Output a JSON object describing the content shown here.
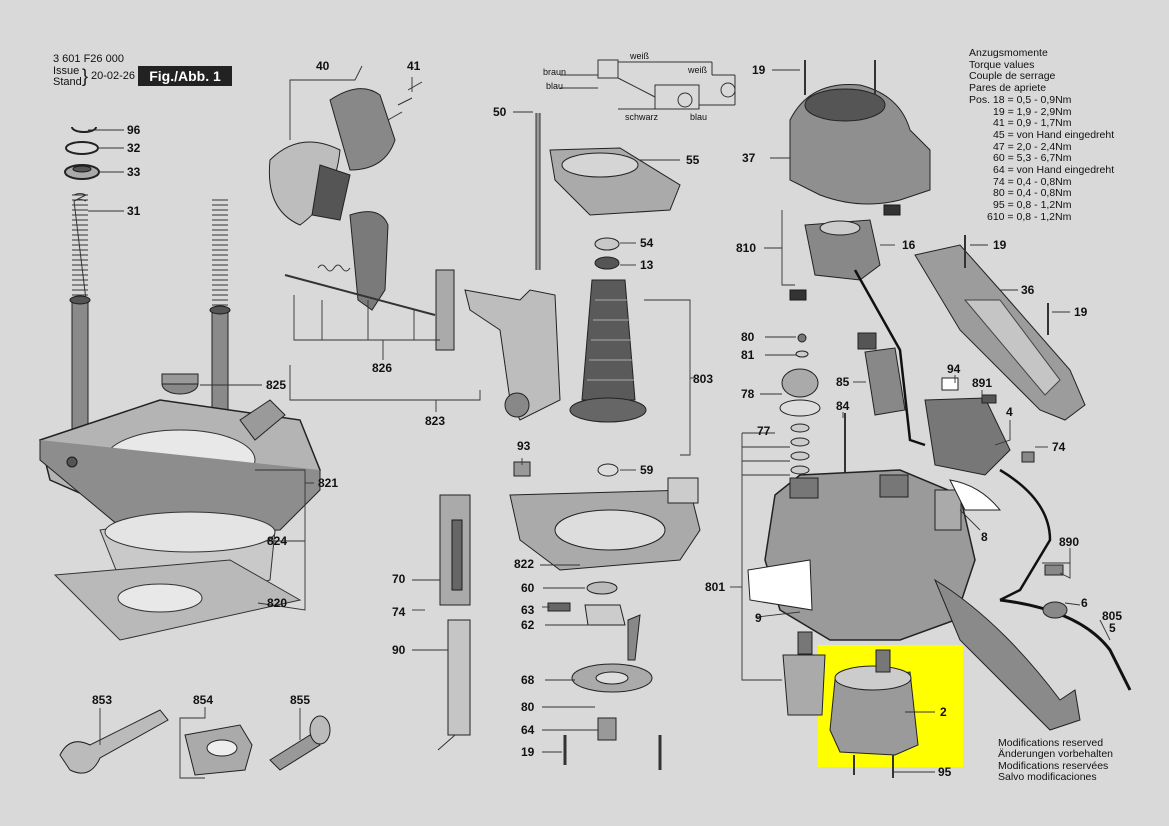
{
  "header": {
    "part_number": "3 601 F26 000",
    "issue_label_1": "Issue",
    "issue_label_2": "Stand",
    "issue_date": "20-02-26",
    "figure_label": "Fig./Abb. 1"
  },
  "torque_note": {
    "lines": [
      "Anzugsmomente",
      "Torque values",
      "Couple de serrage",
      "Pares de apriete",
      "Pos. 18 = 0,5 - 0,9Nm",
      "19 = 1,9 - 2,9Nm",
      "41 = 0,9 - 1,7Nm",
      "45 = von Hand eingedreht",
      "47 = 2,0 - 2,4Nm",
      "60 = 5,3 - 6,7Nm",
      "64 = von Hand eingedreht",
      "74 = 0,4 - 0,8Nm",
      "80 = 0,4 - 0,8Nm",
      "95 = 0,8 - 1,2Nm",
      "610 = 0,8 - 1,2Nm"
    ]
  },
  "modifications_note": {
    "lines": [
      "Modifications reserved",
      "Änderungen vorbehalten",
      "Modifications reservées",
      "Salvo modificaciones"
    ]
  },
  "wiring_labels": {
    "braun": "braun",
    "blau_left": "blau",
    "weiss_top": "weiß",
    "weiss_right": "weiß",
    "schwarz": "schwarz",
    "blau_bottom": "blau"
  },
  "part_labels": {
    "p96": "96",
    "p32": "32",
    "p33": "33",
    "p31": "31",
    "p40": "40",
    "p41": "41",
    "p50": "50",
    "p55": "55",
    "p54": "54",
    "p13": "13",
    "p803": "803",
    "p59": "59",
    "p826": "826",
    "p823": "823",
    "p825": "825",
    "p821": "821",
    "p824": "824",
    "p820": "820",
    "p93": "93",
    "p822": "822",
    "p60": "60",
    "p63": "63",
    "p62": "62",
    "p70": "70",
    "p74a": "74",
    "p90": "90",
    "p68": "68",
    "p80a": "80",
    "p64": "64",
    "p19a": "19",
    "p853": "853",
    "p854": "854",
    "p855": "855",
    "p19b": "19",
    "p37": "37",
    "p810": "810",
    "p16": "16",
    "p19c": "19",
    "p36": "36",
    "p19d": "19",
    "p80b": "80",
    "p81": "81",
    "p85": "85",
    "p94": "94",
    "p891": "891",
    "p78": "78",
    "p84": "84",
    "p4": "4",
    "p74b": "74",
    "p77": "77",
    "p8": "8",
    "p890": "890",
    "p801": "801",
    "p9": "9",
    "p6": "6",
    "p805": "805",
    "p5": "5",
    "p2": "2",
    "p95": "95"
  },
  "colors": {
    "background": "#d9d9d9",
    "highlight": "#ffff00",
    "line": "#1a1a1a"
  }
}
